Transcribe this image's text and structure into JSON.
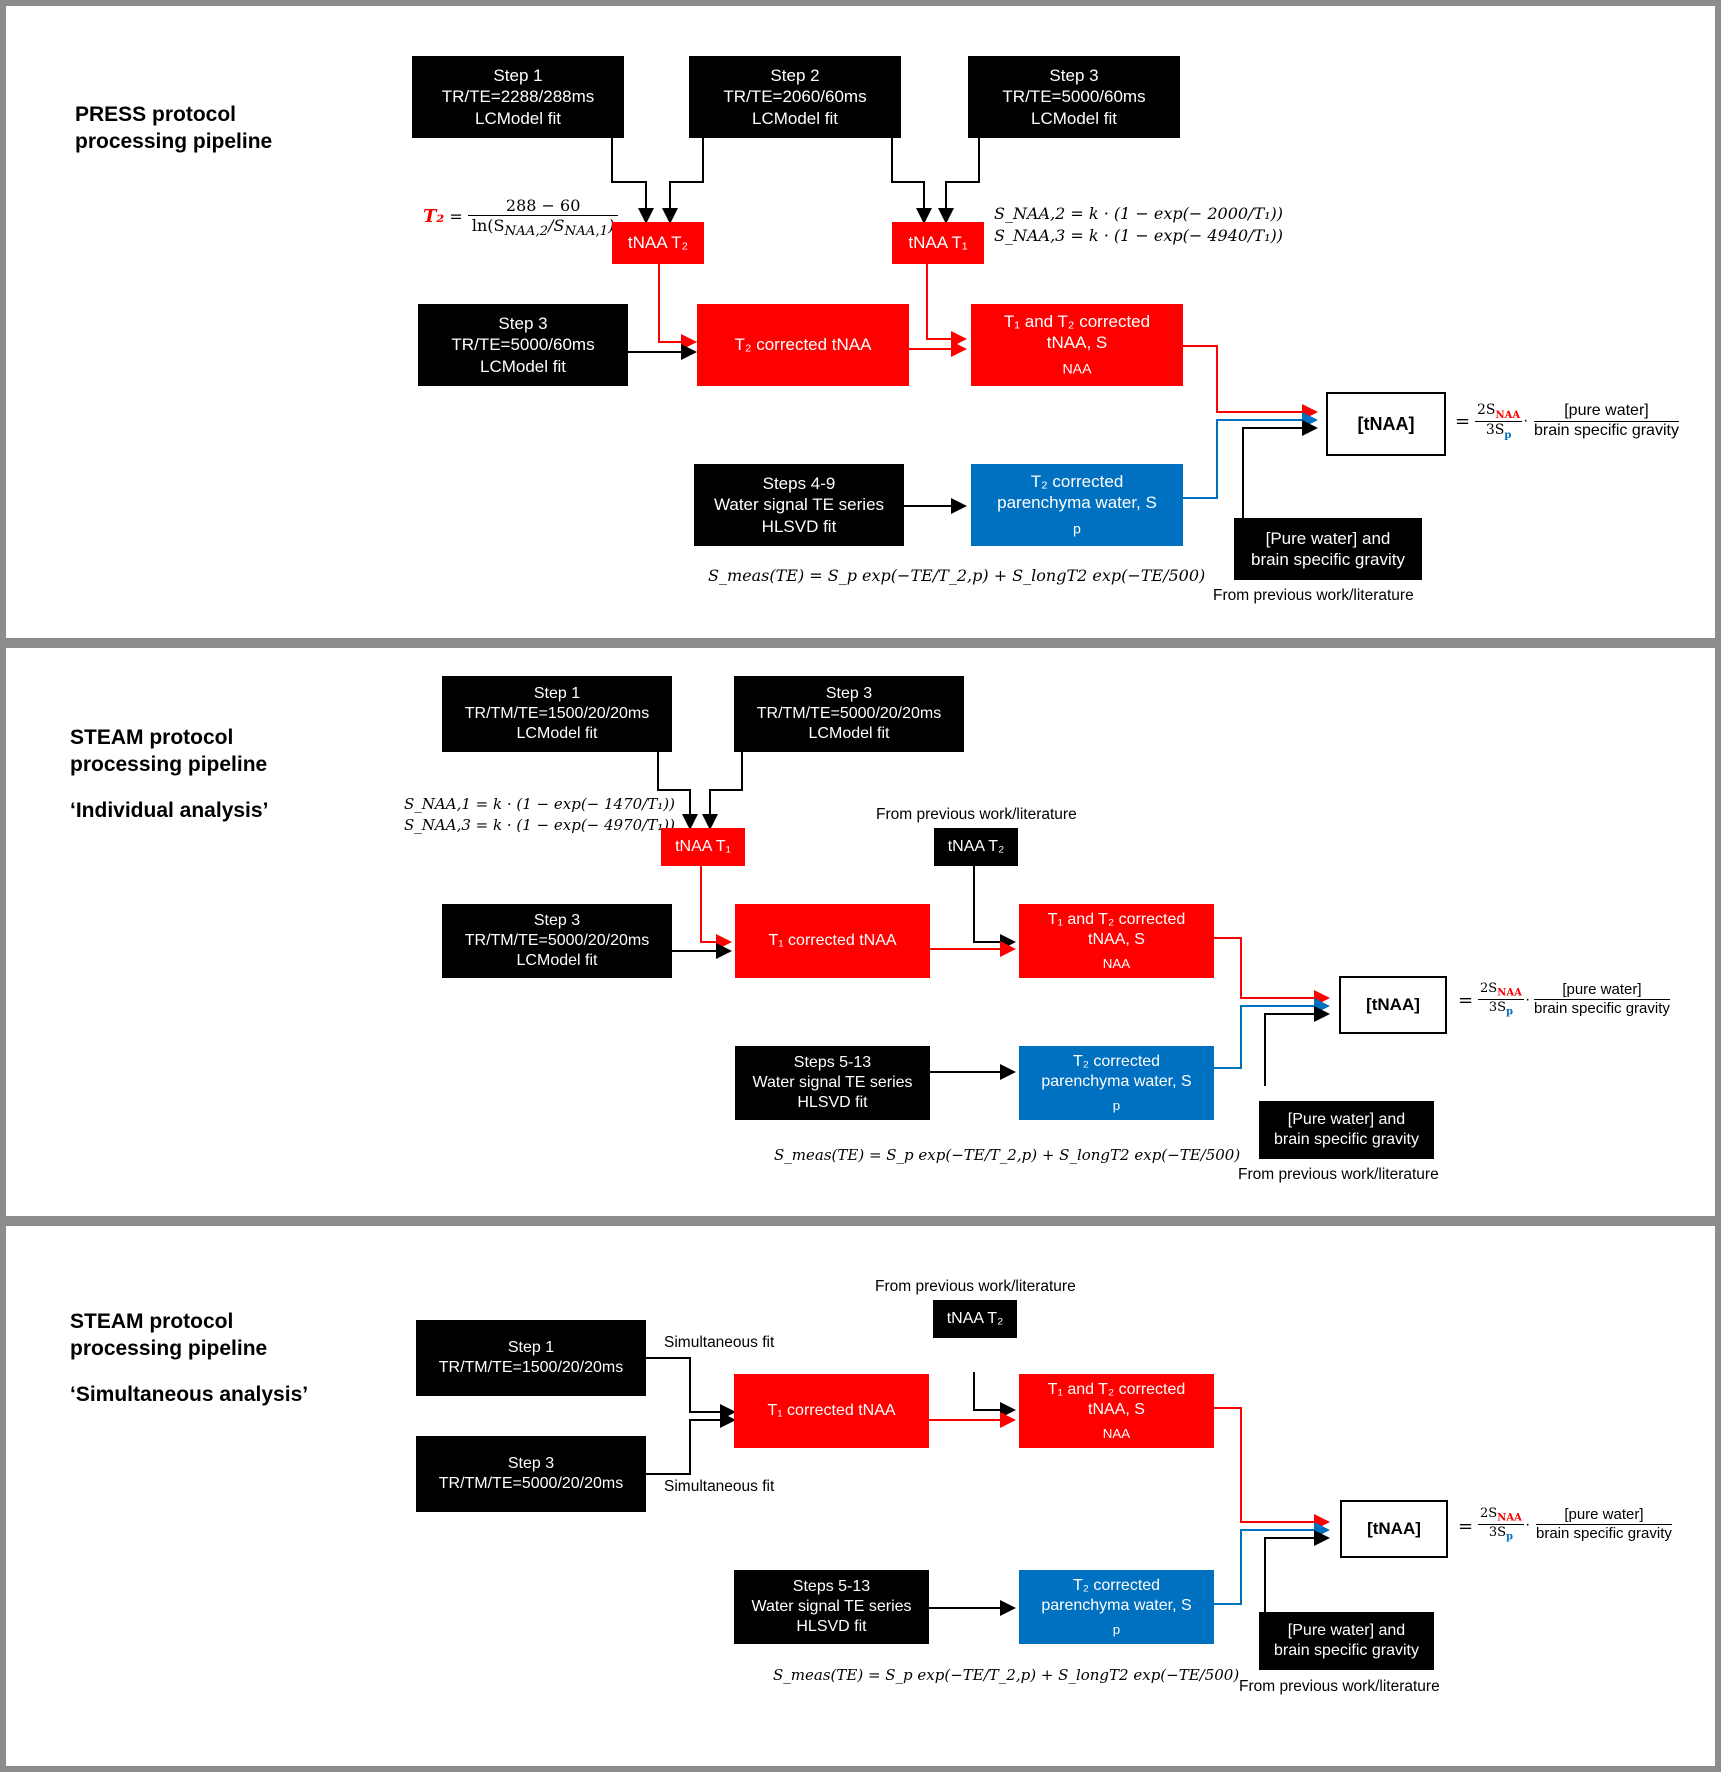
{
  "colors": {
    "black_box": "#000000",
    "red_box": "#fe0000",
    "blue_box": "#0070c0",
    "panel_border": "#8c8c8c"
  },
  "panel1": {
    "title_line1": "PRESS protocol",
    "title_line2": "processing pipeline",
    "step1": [
      "Step 1",
      "TR/TE=2288/288ms",
      "LCModel fit"
    ],
    "step2": [
      "Step 2",
      "TR/TE=2060/60ms",
      "LCModel fit"
    ],
    "step3_top": [
      "Step 3",
      "TR/TE=5000/60ms",
      "LCModel fit"
    ],
    "step3_left": [
      "Step 3",
      "TR/TE=5000/60ms",
      "LCModel fit"
    ],
    "tnaa_t2": "tNAA T₂",
    "tnaa_t1": "tNAA T₁",
    "t2_corrected": "T₂ corrected  tNAA",
    "t1t2_corrected_line1": "T₁ and T₂ corrected",
    "t1t2_corrected_line2": "tNAA,  S",
    "t1t2_corrected_sub": "NAA",
    "water_series": [
      "Steps 4-9",
      "Water signal TE series",
      "HLSVD fit"
    ],
    "water_corrected_line1": "T₂ corrected",
    "water_corrected_line2": "parenchyma water,  S",
    "water_corrected_sub": "p",
    "pure_water": [
      "[Pure water] and",
      "brain specific gravity"
    ],
    "from_previous": "From previous work/literature",
    "tnaa_result": "[tNAA]",
    "eq_t2_lhs": "T₂",
    "eq_t2_num": "288 − 60",
    "eq_t2_den": "ln(S",
    "eq_t1_line1": "S_NAA,2 = k · (1 − exp(− 2000/T₁))",
    "eq_t1_line2": "S_NAA,3 = k · (1 − exp(− 4940/T₁))",
    "eq_water": "S_meas(TE) = S_p exp(−TE/T_2,p) + S_longT2 exp(−TE/500)",
    "frac_num": "2S",
    "frac_den": "3S",
    "water_num": "[pure water]",
    "water_den": "brain specific gravity"
  },
  "panel2": {
    "title_line1": "STEAM protocol",
    "title_line2": "processing pipeline",
    "title_line3": "‘Individual analysis’",
    "step1": [
      "Step 1",
      "TR/TM/TE=1500/20/20ms",
      "LCModel fit"
    ],
    "step3_top": [
      "Step 3",
      "TR/TM/TE=5000/20/20ms",
      "LCModel fit"
    ],
    "step3_left": [
      "Step 3",
      "TR/TM/TE=5000/20/20ms",
      "LCModel fit"
    ],
    "tnaa_t1": "tNAA T₁",
    "tnaa_t2": "tNAA T₂",
    "from_previous_top": "From previous work/literature",
    "t1_corrected": "T₁ corrected  tNAA",
    "t1t2_corrected_line1": "T₁ and T₂ corrected",
    "t1t2_corrected_line2": "tNAA, S",
    "t1t2_corrected_sub": "NAA",
    "water_series": [
      "Steps 5-13",
      "Water signal TE series",
      "HLSVD fit"
    ],
    "water_corrected_line1": "T₂ corrected",
    "water_corrected_line2": "parenchyma water,  S",
    "water_corrected_sub": "p",
    "pure_water": [
      "[Pure water] and",
      "brain specific gravity"
    ],
    "from_previous": "From previous work/literature",
    "tnaa_result": "[tNAA]",
    "eq_t1_line1": "S_NAA,1 = k · (1 − exp(− 1470/T₁))",
    "eq_t1_line2": "S_NAA,3 = k · (1 − exp(− 4970/T₁))",
    "eq_water": "S_meas(TE) = S_p exp(−TE/T_2,p) + S_longT2 exp(−TE/500)",
    "frac_num": "2S",
    "frac_den": "3S",
    "water_num": "[pure water]",
    "water_den": "brain specific gravity"
  },
  "panel3": {
    "title_line1": "STEAM protocol",
    "title_line2": "processing pipeline",
    "title_line3": "‘Simultaneous analysis’",
    "step1": [
      "Step 1",
      "TR/TM/TE=1500/20/20ms"
    ],
    "step3": [
      "Step 3",
      "TR/TM/TE=5000/20/20ms"
    ],
    "simultaneous_fit_top": "Simultaneous fit",
    "simultaneous_fit_bottom": "Simultaneous fit",
    "from_previous_top": "From previous work/literature",
    "tnaa_t2": "tNAA T₂",
    "t1_corrected": "T₁ corrected  tNAA",
    "t1t2_corrected_line1": "T₁ and T₂ corrected",
    "t1t2_corrected_line2": "tNAA, S",
    "t1t2_corrected_sub": "NAA",
    "water_series": [
      "Steps 5-13",
      "Water signal TE series",
      "HLSVD fit"
    ],
    "water_corrected_line1": "T₂ corrected",
    "water_corrected_line2": "parenchyma water,  S",
    "water_corrected_sub": "p",
    "pure_water": [
      "[Pure water] and",
      "brain specific gravity"
    ],
    "from_previous": "From previous work/literature",
    "tnaa_result": "[tNAA]",
    "eq_water": "S_meas(TE) = S_p exp(−TE/T_2,p) + S_longT2 exp(−TE/500)",
    "frac_num": "2S",
    "frac_den": "3S",
    "water_num": "[pure water]",
    "water_den": "brain specific gravity"
  }
}
